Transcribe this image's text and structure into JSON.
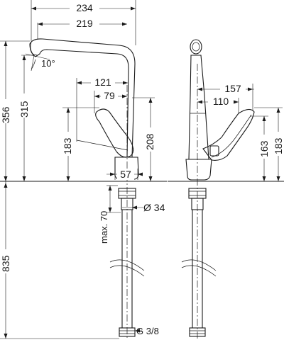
{
  "drawing": {
    "dims": {
      "d234": "234",
      "d219": "219",
      "d10": "10°",
      "d121": "121",
      "d79": "79",
      "d57": "57",
      "d356": "356",
      "d315": "315",
      "d183_left": "183",
      "d208": "208",
      "d835": "835",
      "d70": "max. 70",
      "d34": "Ø 34",
      "dG": "G 3/8",
      "d157": "157",
      "d110": "110",
      "d163": "163",
      "d183_right": "183"
    }
  }
}
